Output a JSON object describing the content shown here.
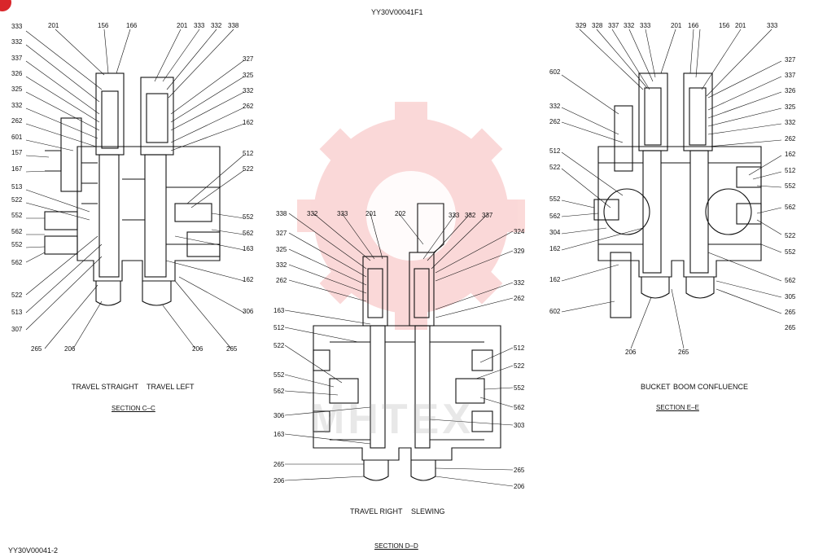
{
  "header": {
    "drawing_code": "YY30V00041F1"
  },
  "footer": {
    "sheet_code": "YY30V00041-2"
  },
  "colors": {
    "line": "#111111",
    "watermark": "#e8302f",
    "corner_badge": "#d9262b"
  },
  "watermark": {
    "text": "MHTEX"
  },
  "sections": {
    "cc": {
      "caption_left": "TRAVEL STRAIGHT",
      "caption_right": "TRAVEL LEFT",
      "section_label": "SECTION  C–C",
      "callouts": [
        "333",
        "332",
        "337",
        "326",
        "325",
        "332",
        "262",
        "601",
        "157",
        "167",
        "513",
        "522",
        "552",
        "562",
        "552",
        "562",
        "522",
        "513",
        "307",
        "265",
        "206",
        "201",
        "156",
        "166",
        "201",
        "333",
        "332",
        "338",
        "327",
        "325",
        "332",
        "262",
        "162",
        "512",
        "522",
        "552",
        "562",
        "163",
        "162",
        "306",
        "206",
        "265"
      ]
    },
    "dd": {
      "caption_left": "TRAVEL RIGHT",
      "caption_right": "SLEWING",
      "section_label": "SECTION  D–D",
      "callouts": [
        "338",
        "327",
        "325",
        "332",
        "262",
        "163",
        "512",
        "522",
        "552",
        "562",
        "306",
        "163",
        "265",
        "206",
        "332",
        "333",
        "201",
        "202",
        "333",
        "332",
        "337",
        "324",
        "329",
        "332",
        "262",
        "512",
        "522",
        "552",
        "562",
        "303",
        "265",
        "206"
      ]
    },
    "ee": {
      "caption_left": "BUCKET",
      "caption_right": "BOOM CONFLUENCE",
      "section_label": "SECTION  E–E",
      "callouts": [
        "329",
        "328",
        "337",
        "332",
        "333",
        "201",
        "166",
        "156",
        "201",
        "333",
        "602",
        "332",
        "262",
        "512",
        "522",
        "552",
        "562",
        "304",
        "162",
        "162",
        "602",
        "206",
        "265",
        "327",
        "337",
        "326",
        "325",
        "332",
        "262",
        "162",
        "512",
        "552",
        "562",
        "522",
        "552",
        "562",
        "305",
        "265",
        "265"
      ]
    }
  }
}
